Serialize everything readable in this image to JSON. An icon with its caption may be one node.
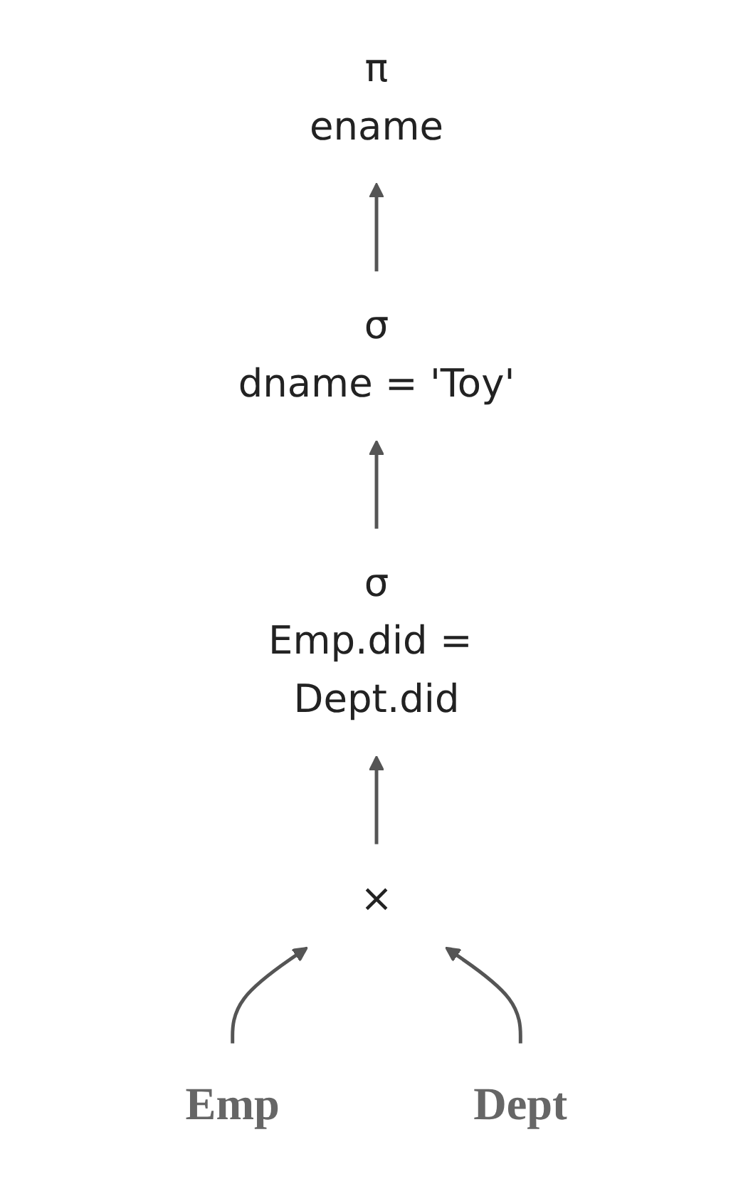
{
  "diagram": {
    "nodes": [
      {
        "text": [
          "π",
          "ename"
        ]
      },
      {
        "text": [
          "σ",
          "dname = 'Toy'"
        ]
      },
      {
        "text": [
          "σ",
          "Emp.did = Dept.did"
        ]
      },
      {
        "text": [
          "×"
        ]
      },
      {
        "text": [
          "Emp"
        ]
      },
      {
        "text": [
          "Dept"
        ]
      }
    ],
    "edges": [
      {
        "from": 4,
        "to": 3,
        "arrow": "to"
      },
      {
        "from": 5,
        "to": 3,
        "arrow": "to"
      },
      {
        "from": 3,
        "to": 2,
        "arrow": "to"
      },
      {
        "from": 2,
        "to": 1,
        "arrow": "to"
      },
      {
        "from": 1,
        "to": 0,
        "arrow": "to"
      }
    ]
  }
}
